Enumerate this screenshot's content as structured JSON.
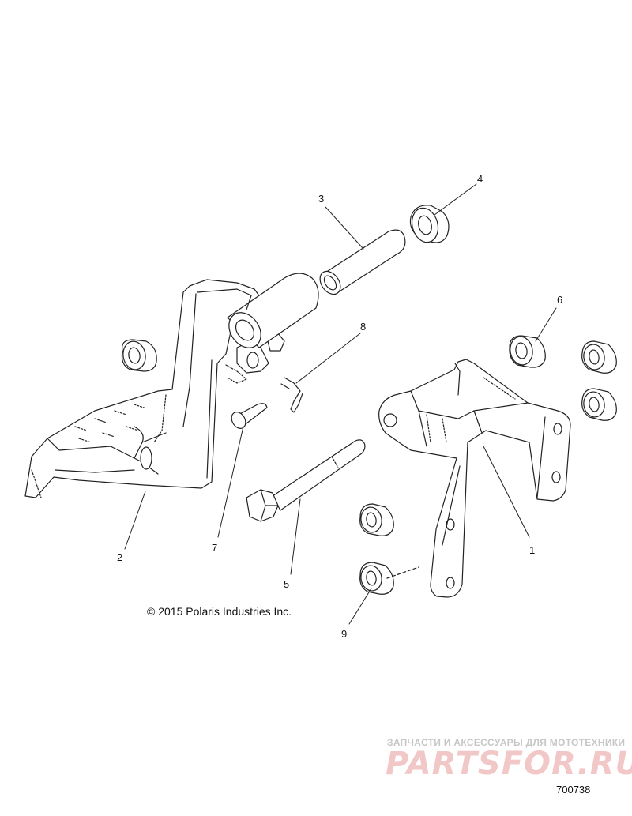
{
  "callouts": {
    "c1": "1",
    "c2": "2",
    "c3": "3",
    "c4": "4",
    "c5": "5",
    "c6": "6",
    "c7": "7",
    "c8": "8",
    "c9": "9"
  },
  "copyright": "© 2015 Polaris Industries Inc.",
  "watermark": {
    "tagline": "ЗАПЧАСТИ И АКСЕССУАРЫ ДЛЯ МОТОТЕХНИКИ",
    "logo": "PARTSFOR.RU"
  },
  "diagram_id": "700738",
  "colors": {
    "line": "#222222",
    "watermark_red": "#f1c7c7",
    "watermark_gray": "#c7c7c7"
  }
}
